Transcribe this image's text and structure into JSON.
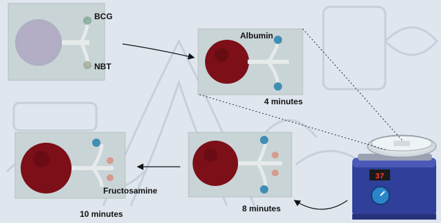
{
  "labels": {
    "bcg": "BCG",
    "nbt": "NBT",
    "albumin": "Albumin",
    "time_4": "4 minutes",
    "fructosamine": "Fructosamine",
    "time_10": "10 minutes",
    "time_8": "8 minutes",
    "heater_display": "37"
  },
  "colors": {
    "sample_red": "#7c0f18",
    "reagent_blue": "#3f8fb4",
    "heater_body": "#2f3f9a",
    "heater_knob": "#2a86c9",
    "display": "#1a1a1a",
    "display_text": "#ff3b2f",
    "background": "#dfe6ee",
    "watermark": "#aab4c4"
  },
  "icons": {
    "heater": "hot-plate-icon",
    "arrow": "arrow-icon"
  }
}
